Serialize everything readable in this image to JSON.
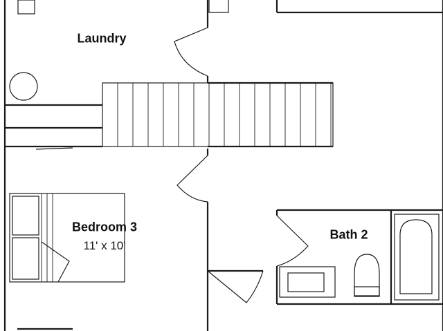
{
  "rooms": {
    "laundry": {
      "label": "Laundry"
    },
    "bedroom3": {
      "label": "Bedroom 3",
      "dimensions": "11' x 10'"
    },
    "bath2": {
      "label": "Bath 2"
    }
  }
}
